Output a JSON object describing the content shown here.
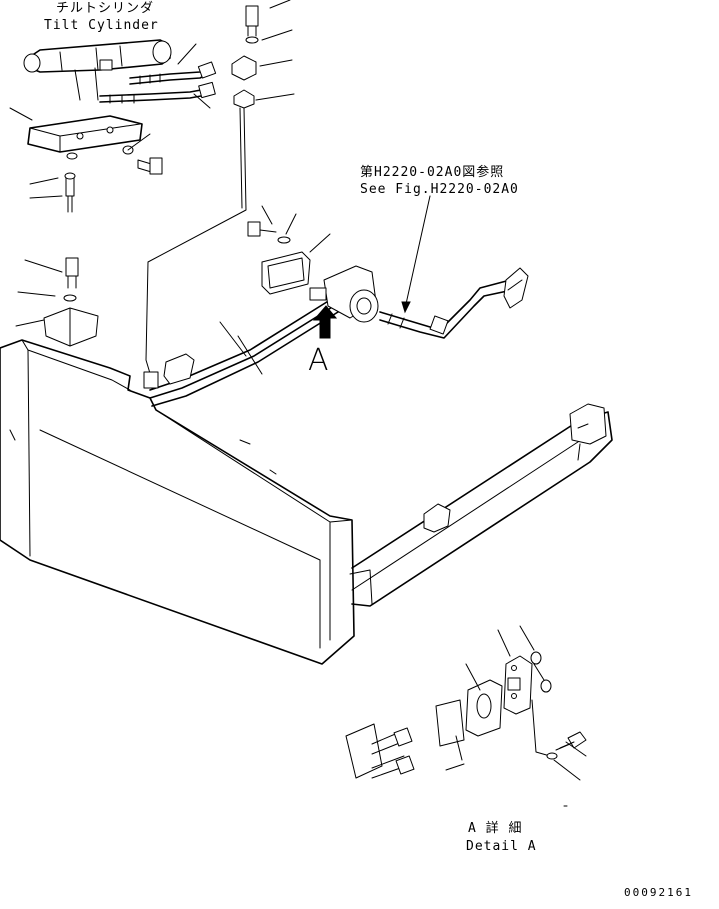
{
  "labels": {
    "tilt_cylinder_jp": "チルトシリンダ",
    "tilt_cylinder_en": "Tilt Cylinder",
    "see_fig_jp": "第H2220-02A0図参照",
    "see_fig_en": "See Fig.H2220-02A0",
    "view_marker": "A",
    "detail_jp": "A 詳 細",
    "detail_en": "Detail A",
    "drawing_number": "00092161"
  }
}
